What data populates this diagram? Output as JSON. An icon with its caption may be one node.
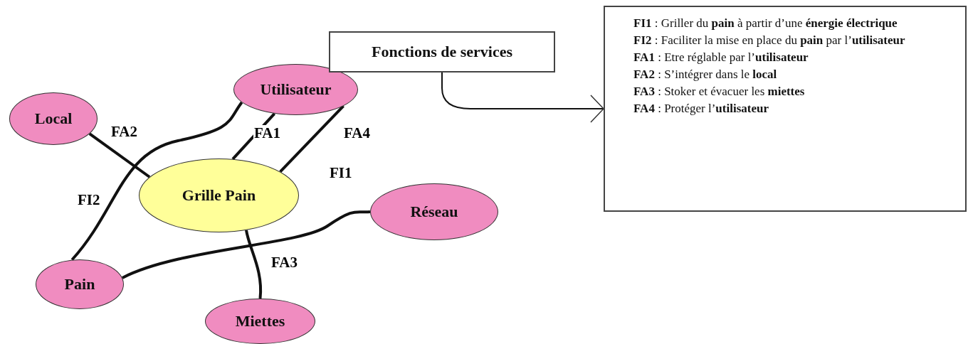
{
  "diagram": {
    "nodes": [
      {
        "text": [
          "Utilisateur"
        ]
      },
      {
        "text": [
          "Local"
        ]
      },
      {
        "text": [
          "Grille Pain"
        ]
      },
      {
        "text": [
          "Réseau"
        ]
      },
      {
        "text": [
          "Pain"
        ]
      },
      {
        "text": [
          "Miettes"
        ]
      },
      {
        "text": [
          "Fonctions de services"
        ]
      },
      {
        "text": [
          "**FI1** : Griller du **pain** à partir d’une **énergie électrique**",
          "**FI2** : Faciliter la mise en place du **pain** par l’**utilisateur**",
          "**FA1** : Etre réglable par l’**utilisateur**",
          "**FA2** : S’intégrer dans le **local**",
          "**FA3** : Stoker et évacuer les **miettes**",
          "**FA4** : Protéger l’**utilisateur**"
        ]
      }
    ],
    "edges": [
      {
        "from": 4,
        "to": 3,
        "arrow": "none",
        "label": "FI1"
      },
      {
        "from": 4,
        "to": 0,
        "arrow": "none",
        "label": "FI2"
      },
      {
        "from": 0,
        "to": 2,
        "arrow": "none",
        "label": "FA1"
      },
      {
        "from": 0,
        "to": 2,
        "arrow": "none",
        "label": "FA4"
      },
      {
        "from": 1,
        "to": 2,
        "arrow": "none",
        "label": "FA2"
      },
      {
        "from": 5,
        "to": 2,
        "arrow": "none",
        "label": "FA3"
      },
      {
        "from": 6,
        "to": 7,
        "arrow": "to"
      }
    ]
  }
}
